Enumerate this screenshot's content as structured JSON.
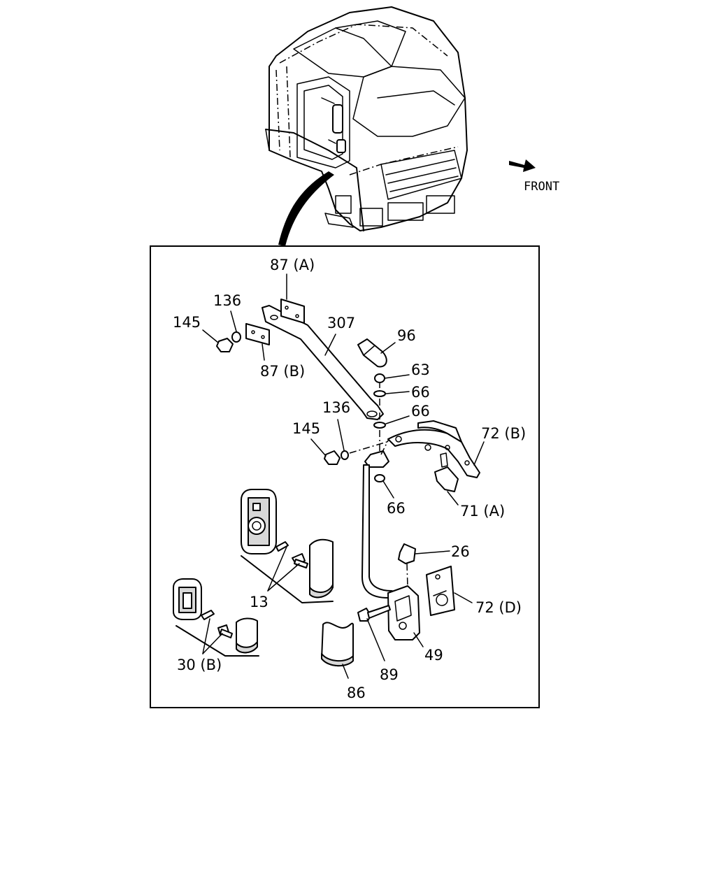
{
  "orientation": {
    "label": "FRONT"
  },
  "callouts": [
    {
      "id": "c-87a",
      "text": "87 (A)"
    },
    {
      "id": "c-136-top",
      "text": "136"
    },
    {
      "id": "c-145-top",
      "text": "145"
    },
    {
      "id": "c-307",
      "text": "307"
    },
    {
      "id": "c-96",
      "text": "96"
    },
    {
      "id": "c-87b",
      "text": "87 (B)"
    },
    {
      "id": "c-63",
      "text": "63"
    },
    {
      "id": "c-66-a",
      "text": "66"
    },
    {
      "id": "c-66-b",
      "text": "66"
    },
    {
      "id": "c-136-mid",
      "text": "136"
    },
    {
      "id": "c-145-mid",
      "text": "145"
    },
    {
      "id": "c-72b",
      "text": "72 (B)"
    },
    {
      "id": "c-66-c",
      "text": "66"
    },
    {
      "id": "c-71a",
      "text": "71 (A)"
    },
    {
      "id": "c-26",
      "text": "26"
    },
    {
      "id": "c-13",
      "text": "13"
    },
    {
      "id": "c-72d",
      "text": "72 (D)"
    },
    {
      "id": "c-49",
      "text": "49"
    },
    {
      "id": "c-89",
      "text": "89"
    },
    {
      "id": "c-30b",
      "text": "30 (B)"
    },
    {
      "id": "c-86",
      "text": "86"
    }
  ]
}
